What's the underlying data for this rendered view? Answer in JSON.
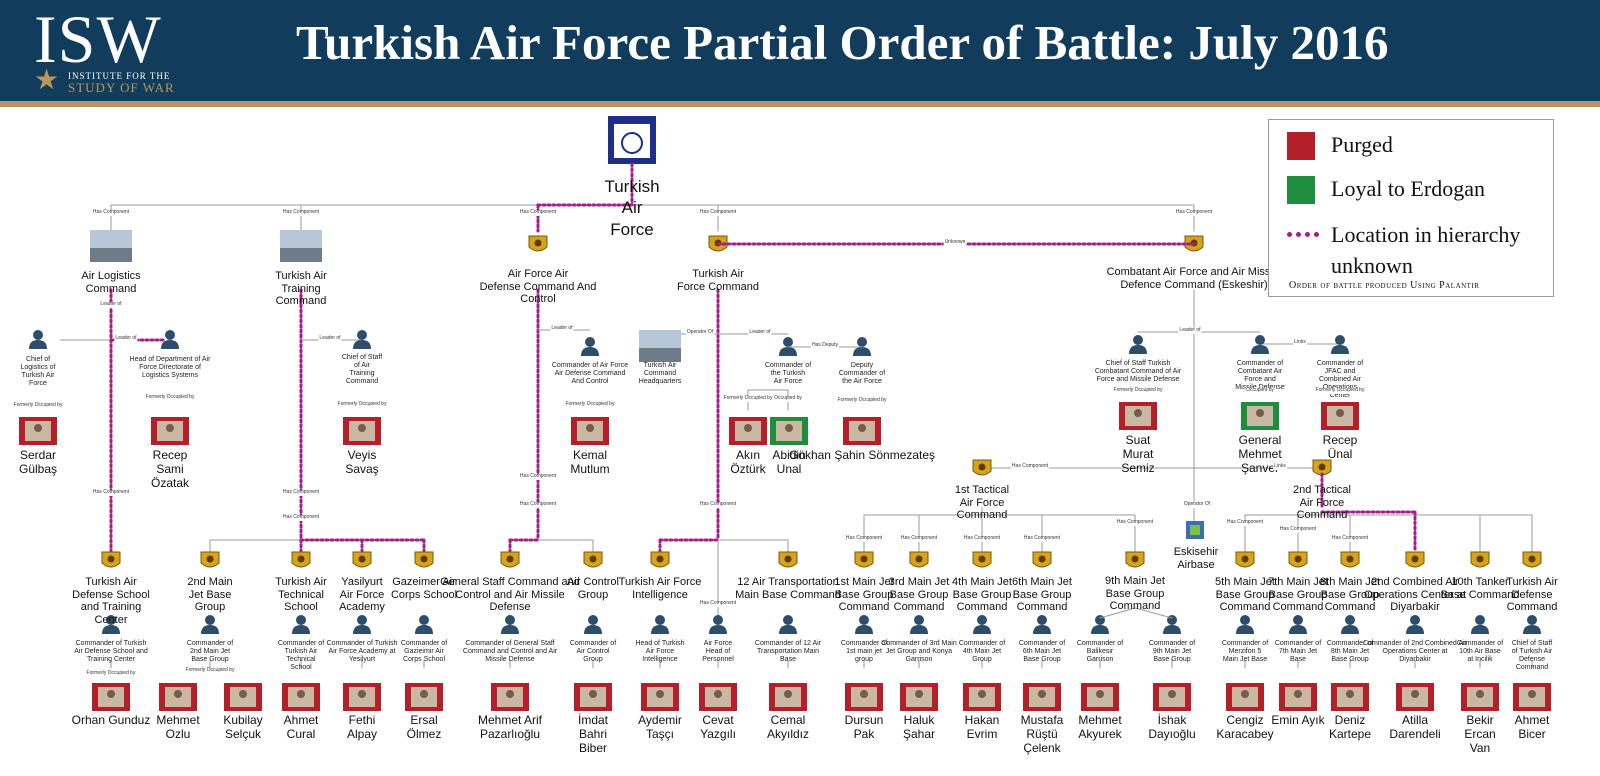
{
  "header": {
    "logo_text": "ISW",
    "logo_subtitle_1": "INSTITUTE FOR THE",
    "logo_subtitle_2": "STUDY OF WAR",
    "title": "Turkish Air Force Partial Order of Battle: July 2016"
  },
  "legend": {
    "items": [
      {
        "label": "Purged",
        "color": "#b4202a"
      },
      {
        "label": "Loyal to Erdogan",
        "color": "#1e8e3e"
      },
      {
        "label": "Location in hierarchy unknown",
        "color": "#a51e8a"
      }
    ],
    "note": "Order of battle produced Using Palantir"
  },
  "colors": {
    "purged": "#b4202a",
    "loyal": "#1e8e3e",
    "unknown_link": "#a51e8a",
    "link": "#9a9a9a",
    "banner": "#123c5c",
    "accent": "#b9975b"
  },
  "diagram": {
    "root": "Turkish Air Force",
    "units": [
      "Air Logistics Command",
      "Turkish Air Training Command",
      "Air Force Air Defense Command And Control",
      "Turkish Air Force Command",
      "Combatant Air Force and Air Missile Defence Command (Eskeshir)",
      "Turkish Air Defense School and Training Center",
      "2nd Main Jet Base Group",
      "Turkish Air Technical School",
      "Yasilyurt Air Force Academy",
      "Gazeimer Air Corps School",
      "General Staff Command and Control and Air Missile Defense",
      "Air Control Group",
      "Turkish Air Force Intelligence",
      "12 Air Transportation Main Base Command",
      "1st Main Jet Base Group Command",
      "3rd Main Jet Base Group Command",
      "4th Main Jet Base Group Command",
      "6th Main Jet Base Group Command",
      "9th Main Jet Base Group Command",
      "1st Tactical Air Force Command",
      "2nd Tactical Air Force Command",
      "5th Main Jet Base Group Command",
      "7th Main Jet Base Group Command",
      "8th Main Jet Base Group Command",
      "2nd Combined Air Operations Center at Diyarbakir",
      "10th Tanker Base Command",
      "Turkish Air Defense Command",
      "Turkish Air Command Headquarters",
      "Eskisehir Airbase"
    ],
    "positions": [
      "Chief of Logistics of Turkish Air Force",
      "Head of Department of Air Force Directorate of Logistics Systems",
      "Chief of Staff of Air Training Command",
      "Commander of Air Force Air Defense Command And Control",
      "Commander of the Turkish Air Force",
      "Deputy Commander of the Air Force",
      "Chief of Staff Turkish Combatant Command of Air Force and Missile Defense",
      "Commander of Combatant Air Force and Missile Defense",
      "Commander of JFAC and Combined Air Operations Center",
      "Commander of Turkish Air Defense School and Training Center",
      "Commander of 2nd Main Jet Base Group",
      "Commander of Turkish Air Technical School",
      "Commander of Turkish Air Force Academy at Yesilyurt",
      "Commander of Gazieimir Air Corps School",
      "Commander of General Staff Command and Control and Air Missile Defense",
      "Commander of Air Control Group",
      "Head of Turkish Air Force Intelligence",
      "Air Force Head of Personnel",
      "Commander of 12 Air Transportation Main Base",
      "Commander of 1st main jet group",
      "Commander of 3rd Main Jet Group and Konya Garrison",
      "Commander of 4th Main Jet Group",
      "Commander of 6th Main Jet Base Group",
      "Commander of Balikesir Garrison",
      "Commander of 9th Main Jet Base Group",
      "Commander of Merzifon 5 Main Jet Base",
      "Commander of 7th Main Jet Base",
      "Commander of 8th Main Jet Base Group",
      "Commander of 2nd Combined Air Operations Center at Diyarbakir",
      "Commander of 10th Air Base at Incilik",
      "Chief of Staff of Turkish Air Defense Command"
    ],
    "people": [
      "Serdar Gülbaş",
      "Recep Sami Özatak",
      "Veyis Savaş",
      "Kemal Mutlum",
      "Akın Öztürk",
      "Abidin Unal",
      "Gökhan Şahin Sönmezateş",
      "Suat Murat Semiz",
      "General Mehmet Şanver",
      "Recep Ünal",
      "Orhan Gunduz",
      "Mehmet Ozlu",
      "Kubilay Selçuk",
      "Ahmet Cural",
      "Fethi Alpay",
      "Ersal Ölmez",
      "Mehmet Arif Pazarlıoğlu",
      "İmdat Bahri Biber",
      "Aydemir Taşçı",
      "Cevat Yazgılı",
      "Cemal Akyıldız",
      "Dursun Pak",
      "Haluk Şahar",
      "Hakan Evrim",
      "Mustafa Rüştü Çelenk",
      "Mehmet Akyurek",
      "İshak Dayıoğlu",
      "Cengiz Karacabey",
      "Emin Ayık",
      "Deniz Kartepe",
      "Atilla Darendeli",
      "Bekir Ercan Van",
      "Ahmet Bicer"
    ],
    "edge_labels": {
      "has_component": "Has Component",
      "leader_of": "Leader of",
      "formerly_occupied_by": "Formerly Occupied by",
      "occupied_by": "Occupied by",
      "has_deputy": "Has Deputy",
      "operator_of": "Operator Of",
      "unknown": "Unknown",
      "links": "Links"
    }
  }
}
